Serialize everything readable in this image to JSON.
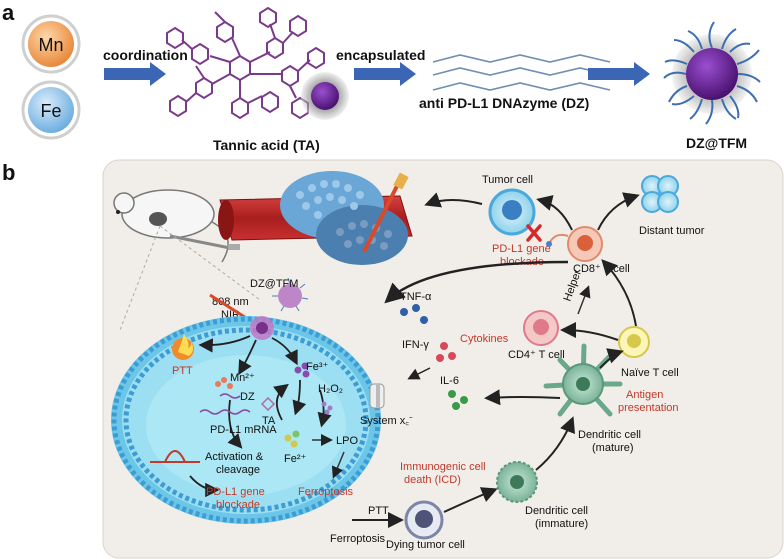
{
  "panel_a": {
    "label": "a",
    "mn": "Mn",
    "fe": "Fe",
    "coordination": "coordination",
    "encapsulated": "encapsulated",
    "tannic_acid": "Tannic acid (TA)",
    "dz_label": "anti PD-L1 DNAzyme (DZ)",
    "product": "DZ@TFM"
  },
  "panel_b": {
    "label": "b",
    "tumor_cell": "Tumor cell",
    "distant_tumor": "Distant tumor",
    "pdl1_blockade_top_1": "PD-L1 gene",
    "pdl1_blockade_top_2": "blockade",
    "cd8": "CD8⁺ T cell",
    "helper": "Helper",
    "dz_tfm": "DZ@TFM",
    "nir_1": "808 nm",
    "nir_2": "NIR",
    "tnf": "TNF-α",
    "ifn": "IFN-γ",
    "cytokines": "Cytokines",
    "il6": "IL-6",
    "cd4": "CD4⁺ T cell",
    "naive": "Naïve T cell",
    "antigen_1": "Antigen",
    "antigen_2": "presentation",
    "ptt": "PTT",
    "mn2": "Mn²⁺",
    "dz": "DZ",
    "fe3": "Fe³⁺",
    "h2o2": "H₂O₂",
    "ta": "TA",
    "pdl1_mrna": "PD-L1 mRNA",
    "system_xc": "System x꜀⁻",
    "fe2": "Fe²⁺",
    "lpo": "LPO",
    "activation_1": "Activation &",
    "activation_2": "cleavage",
    "pdl1_blockade_bottom_1": "PD-L1 gene",
    "pdl1_blockade_bottom_2": "blockade",
    "ferroptosis_red": "Ferroptosis",
    "icd_1": "Immunogenic cell",
    "icd_2": "death (ICD)",
    "dc_mature_1": "Dendritic cell",
    "dc_mature_2": "(mature)",
    "dc_immature_1": "Dendritic cell",
    "dc_immature_2": "(immature)",
    "ptt_bottom": "PTT",
    "ferroptosis_bottom": "Ferroptosis",
    "dying": "Dying tumor cell"
  },
  "colors": {
    "mn_ball": "#f0a35e",
    "fe_ball": "#8fc0ea",
    "arrow": "#3a66b5",
    "tannic": "#7a3a8a",
    "dz_strand": "#6f8fb2",
    "cell_membrane": "#4aa8dc",
    "red_text": "#c0392b",
    "panel_bg": "#f1eee9"
  }
}
